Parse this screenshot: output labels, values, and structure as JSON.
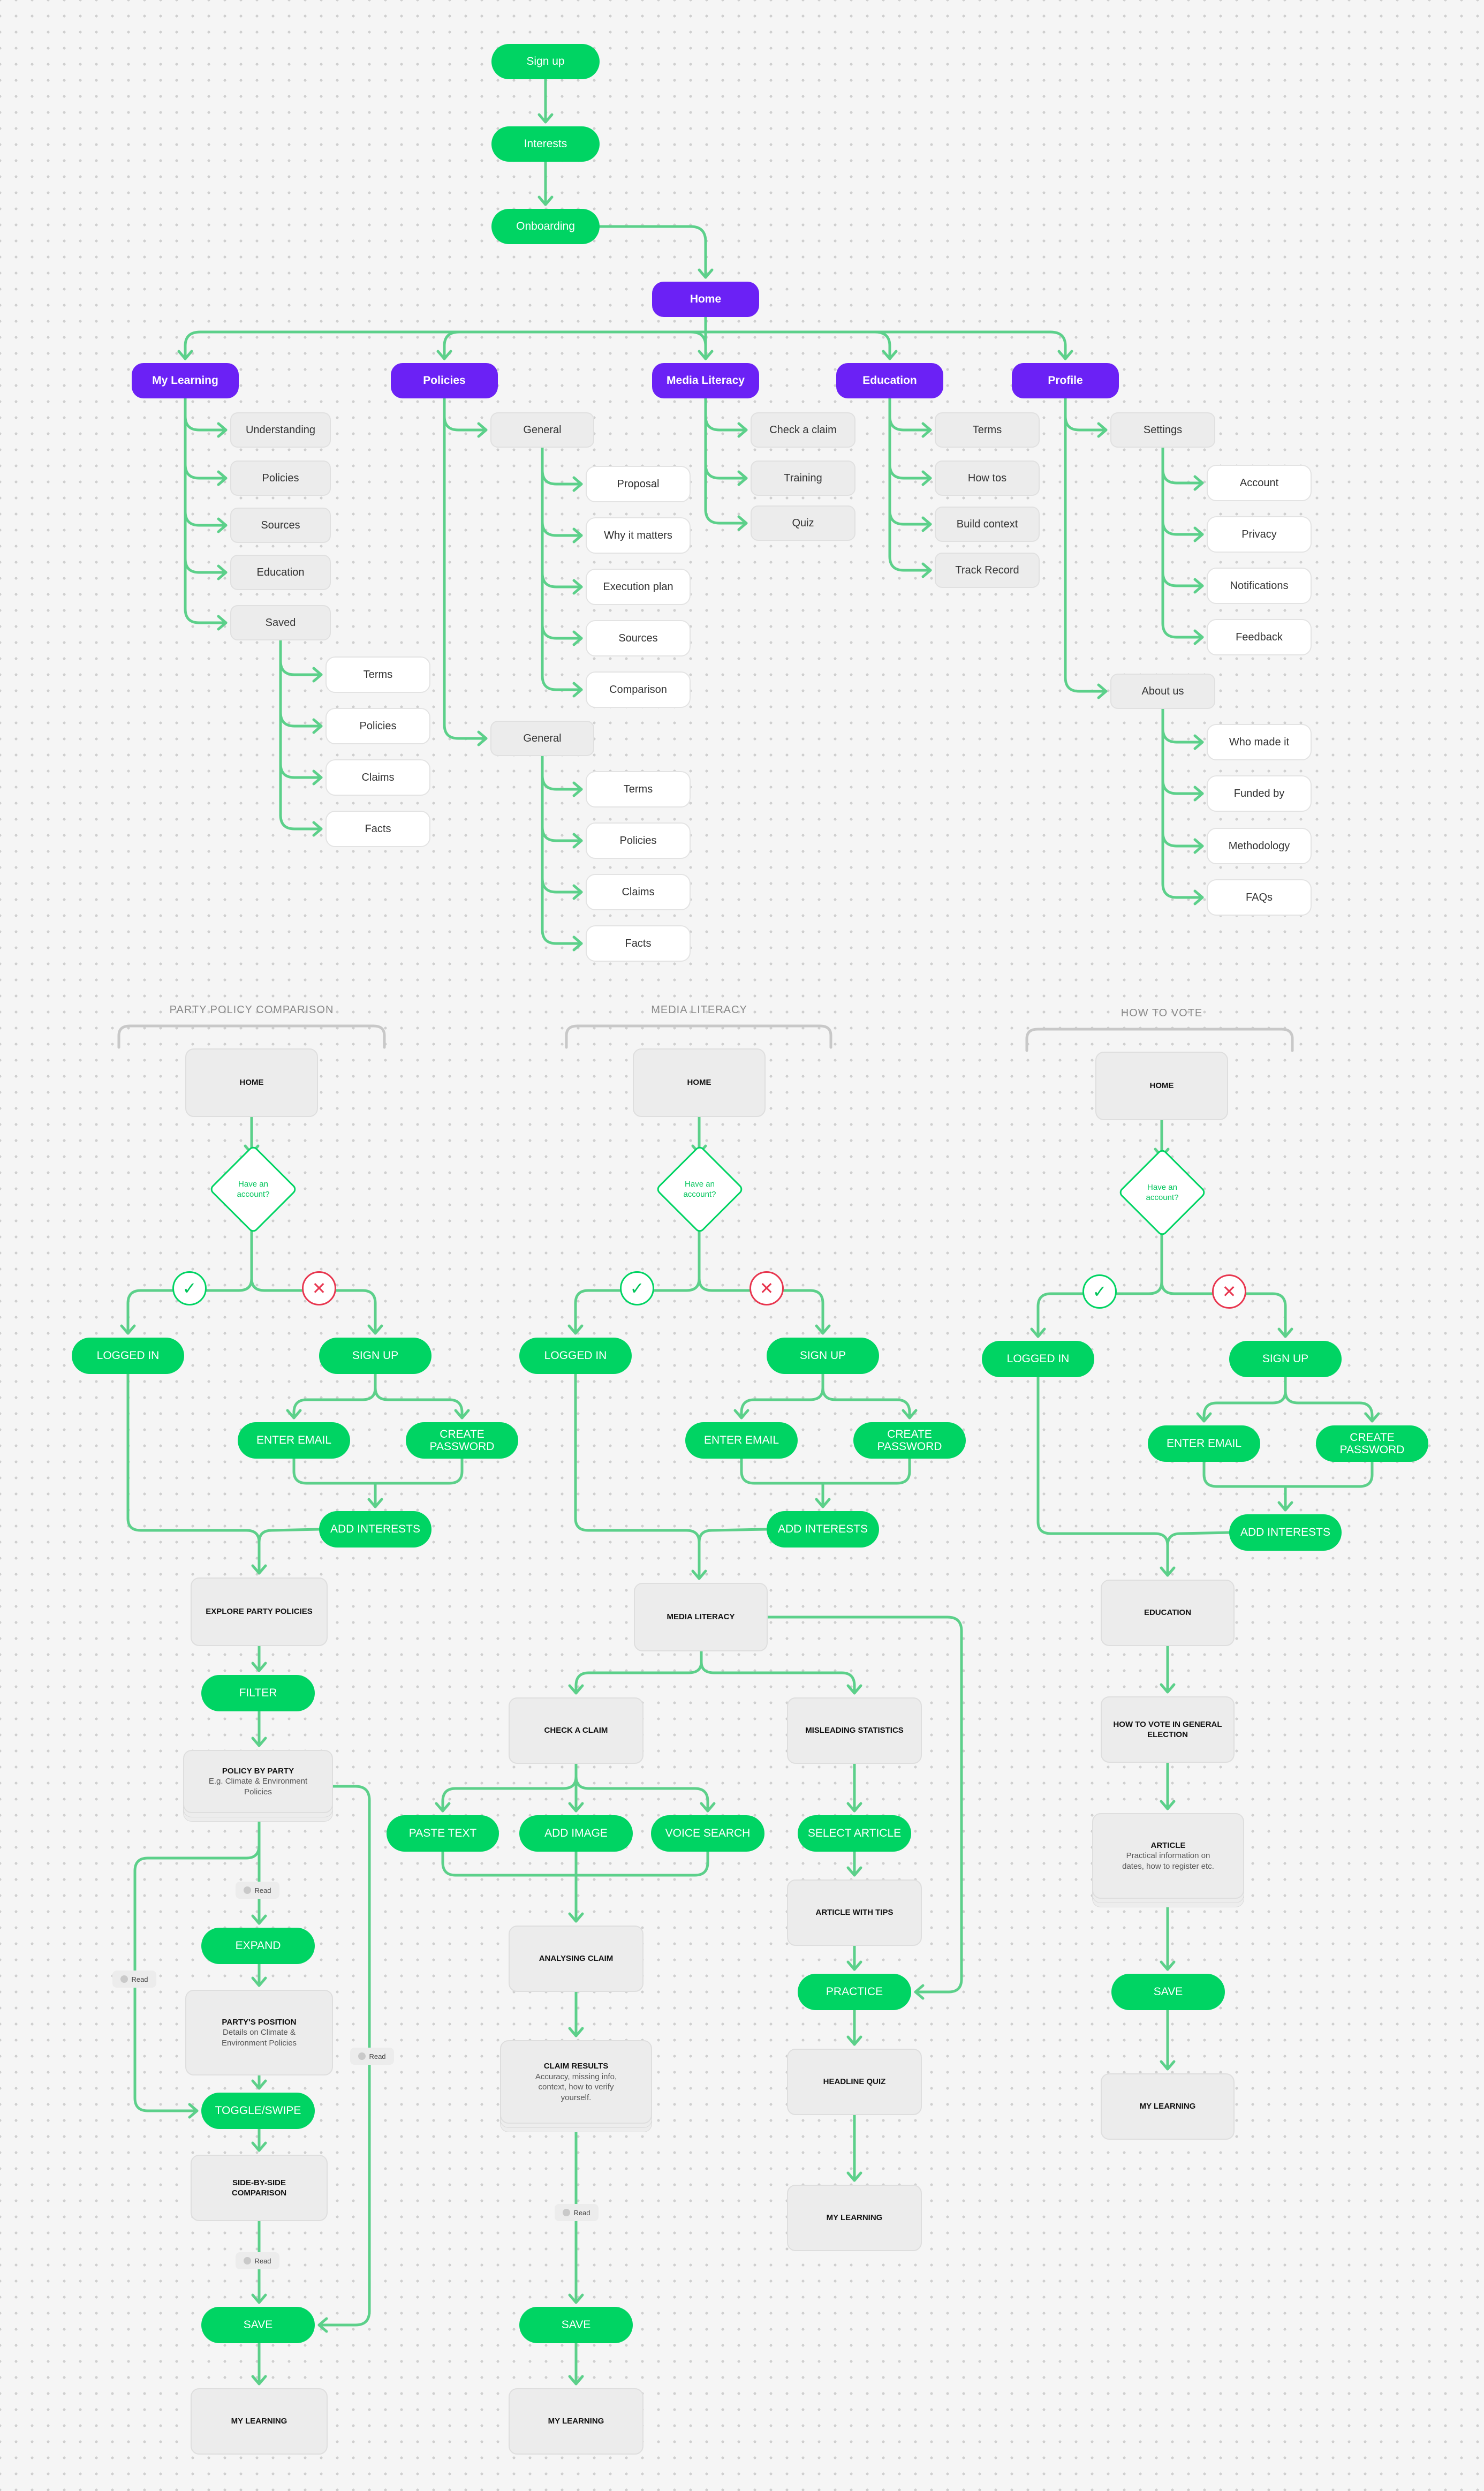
{
  "colors": {
    "green": "#00d463",
    "purple": "#6b21f5",
    "red": "#e8364f",
    "line": "#5cd08a"
  },
  "sitemap": {
    "top": {
      "signup": "Sign up",
      "interests": "Interests",
      "onboarding": "Onboarding",
      "home": "Home"
    },
    "categories": {
      "my_learning": "My Learning",
      "policies": "Policies",
      "media_literacy": "Media Literacy",
      "education": "Education",
      "profile": "Profile"
    },
    "my_learning": {
      "understanding": "Understanding",
      "policies": "Policies",
      "sources": "Sources",
      "education": "Education",
      "saved": "Saved"
    },
    "saved": {
      "terms": "Terms",
      "policies": "Policies",
      "claims": "Claims",
      "facts": "Facts"
    },
    "policies": {
      "general_1": "General",
      "general_2": "General"
    },
    "general_1": {
      "proposal": "Proposal",
      "why_it_matters": "Why it matters",
      "execution_plan": "Execution plan",
      "sources": "Sources",
      "comparison": "Comparison"
    },
    "general_2": {
      "terms": "Terms",
      "policies": "Policies",
      "claims": "Claims",
      "facts": "Facts"
    },
    "media_literacy": {
      "check_a_claim": "Check a claim",
      "training": "Training",
      "quiz": "Quiz"
    },
    "education": {
      "terms": "Terms",
      "how_tos": "How tos",
      "build_context": "Build context",
      "track_record": "Track Record"
    },
    "profile": {
      "settings": "Settings",
      "about_us": "About us"
    },
    "settings": {
      "account": "Account",
      "privacy": "Privacy",
      "notifications": "Notifications",
      "feedback": "Feedback"
    },
    "about_us": {
      "who_made_it": "Who made it",
      "funded_by": "Funded by",
      "methodology": "Methodology",
      "faqs": "FAQs"
    }
  },
  "flow_common": {
    "home": "HOME",
    "decision": "Have an\naccount?",
    "check_icon": "check-icon",
    "cross_icon": "cross-icon",
    "logged_in": "LOGGED IN",
    "sign_up": "SIGN UP",
    "enter_email": "ENTER EMAIL",
    "create_password": "CREATE\nPASSWORD",
    "add_interests": "ADD INTERESTS",
    "read": "Read"
  },
  "flow_party": {
    "heading": "PARTY POLICY COMPARISON",
    "explore": "EXPLORE PARTY POLICIES",
    "filter": "FILTER",
    "policy_by_party": "POLICY BY PARTY",
    "policy_by_party_sub": "E.g. Climate & Environment\nPolicies",
    "expand": "EXPAND",
    "partys_position": "PARTY'S POSITION",
    "partys_position_sub": "Details on Climate &\nEnvironment Policies",
    "toggle": "TOGGLE/SWIPE",
    "side_by_side": "SIDE-BY-SIDE\nCOMPARISON",
    "save": "SAVE",
    "my_learning": "MY LEARNING"
  },
  "flow_media": {
    "heading": "MEDIA LITERACY",
    "media_literacy": "MEDIA LITERACY",
    "check_a_claim": "CHECK A CLAIM",
    "misleading_statistics": "MISLEADING STATISTICS",
    "paste_text": "PASTE TEXT",
    "add_image": "ADD IMAGE",
    "voice_search": "VOICE SEARCH",
    "select_article": "SELECT ARTICLE",
    "analysing_claim": "ANALYSING CLAIM",
    "article_with_tips": "ARTICLE WITH TIPS",
    "practice": "PRACTICE",
    "claim_results": "CLAIM RESULTS",
    "claim_results_sub": "Accuracy, missing info,\ncontext, how to verify\nyourself.",
    "headline_quiz": "HEADLINE QUIZ",
    "save": "SAVE",
    "my_learning_1": "MY LEARNING",
    "my_learning_2": "MY LEARNING"
  },
  "flow_vote": {
    "heading": "HOW TO VOTE",
    "education": "EDUCATION",
    "how_to_vote": "HOW TO VOTE IN GENERAL\nELECTION",
    "article": "ARTICLE",
    "article_sub": "Practical information on\ndates, how to register etc.",
    "save": "SAVE",
    "my_learning": "MY LEARNING"
  }
}
